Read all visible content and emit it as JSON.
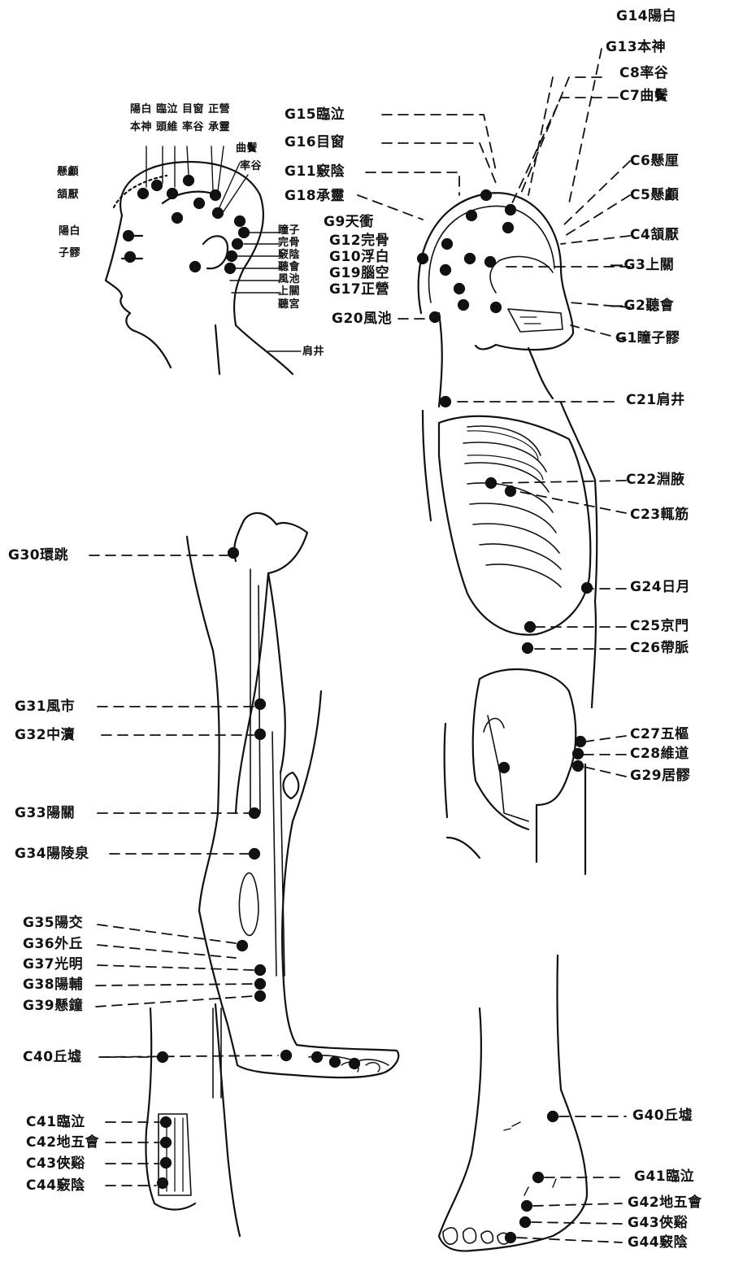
{
  "labels": {
    "G1": "G1瞳子髎",
    "G2": "—G2聽會",
    "G3": "—G3上關",
    "G4": "C4頷厭",
    "G5": "C5懸顱",
    "G6": "C6懸厘",
    "G7": "C7曲鬢",
    "G8": "C8率谷",
    "G9": "G9天衝",
    "G10": "G10浮白",
    "G11": "G11竅陰",
    "G12": "G12完骨",
    "G13": "G13本神",
    "G14": "G14陽白",
    "G15": "G15臨泣",
    "G16": "G16目窗",
    "G17": "G17正營",
    "G18": "G18承靈",
    "G19": "G19腦空",
    "G20": "G20風池",
    "G21": "C21肩井",
    "G22": "C22淵腋",
    "G23": "C23輒筋",
    "G24": "G24日月",
    "G25": "C25京門",
    "G26": "C26帶脈",
    "G27": "C27五樞",
    "G28": "C28維道",
    "G29": "G29居髎",
    "G30": "G30環跳",
    "G31": "G31風市",
    "G32": "G32中瀆",
    "G33": "G33陽關",
    "G34": "G34陽陵泉",
    "G35": "G35陽交",
    "G36": "G36外丘",
    "G37": "G37光明",
    "G38": "G38陽輔",
    "G39": "G39懸鐘",
    "G40L": "C40丘墟",
    "G41L": "C41臨泣",
    "G42L": "C42地五會",
    "G43L": "C43俠谿",
    "G44L": "C44竅陰",
    "G40R": "G40丘墟",
    "G41R": "G41臨泣",
    "G42R": "G42地五會",
    "G43R": "G43俠谿",
    "G44R": "G44竅陰"
  },
  "head_labels": {
    "top1": "陽白 臨泣 目窗 正營",
    "top2": "本神 頭維 率谷 承靈",
    "ear_top": "曲鬢",
    "ear_top2": "率谷",
    "left1": "懸顱",
    "left2": "頷厭",
    "left3": "陽白",
    "left4": "子髎",
    "right1": "瞳子",
    "right2": "完骨",
    "right3": "竅陰",
    "right4": "聽會",
    "right5": "風池",
    "right6": "上關",
    "right7": "聽宮",
    "bottom": "肩井"
  },
  "colors": {
    "ink": "#111111",
    "paper": "#ffffff"
  }
}
